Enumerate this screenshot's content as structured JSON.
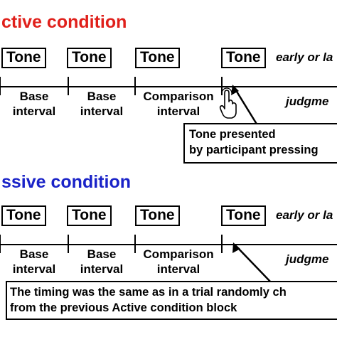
{
  "colors": {
    "active": "#e0201b",
    "passive": "#1a23c8",
    "line": "#000000"
  },
  "active": {
    "title": "ctive condition",
    "tones": [
      "Tone",
      "Tone",
      "Tone",
      "Tone"
    ],
    "early_late": "early or la",
    "intervals": [
      {
        "line1": "Base",
        "line2": "interval"
      },
      {
        "line1": "Base",
        "line2": "interval"
      },
      {
        "line1": "Comparison",
        "line2": "interval"
      }
    ],
    "judgment": "judgme",
    "note": {
      "line1": "Tone presented",
      "line2": "by participant pressing"
    },
    "icon": "hand-pointer-icon"
  },
  "passive": {
    "title": "ssive condition",
    "tones": [
      "Tone",
      "Tone",
      "Tone",
      "Tone"
    ],
    "early_late": "early or la",
    "intervals": [
      {
        "line1": "Base",
        "line2": "interval"
      },
      {
        "line1": "Base",
        "line2": "interval"
      },
      {
        "line1": "Comparison",
        "line2": "interval"
      }
    ],
    "judgment": "judgme",
    "note": {
      "line1": "The timing was the same as in a trial randomly ch",
      "line2": "from the previous Active condition block"
    }
  }
}
